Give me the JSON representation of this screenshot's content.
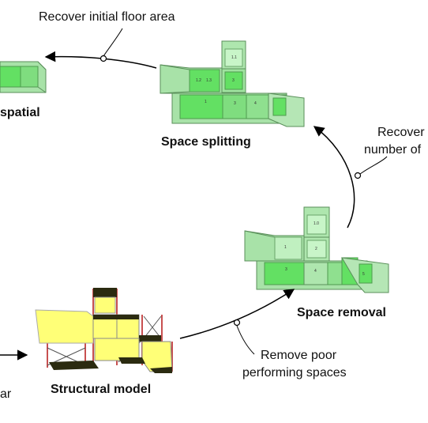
{
  "nodes": {
    "spatial_cut": "spatial",
    "space_splitting": "Space splitting",
    "space_removal": "Space removal",
    "structural_model": "Structural model",
    "left_cut_text": "ar"
  },
  "edges": {
    "recover_floor": "Recover initial floor area",
    "recover_number_l1": "Recover",
    "recover_number_l2": "number of",
    "remove_poor_l1": "Remove poor",
    "remove_poor_l2": "performing spaces"
  },
  "cell_labels": {
    "split": [
      "1.1",
      "1.2",
      "1.3",
      "3",
      "1",
      "3",
      "4"
    ],
    "removal": [
      "1.0",
      "1",
      "2",
      "3",
      "4",
      "5"
    ]
  },
  "colors": {
    "green_fill": "#8fd88f",
    "green_bright": "#63e063",
    "green_edge": "#5a8f5a",
    "yellow": "#ffff77",
    "frame_red": "#c85050",
    "dark": "#2b2b10"
  }
}
